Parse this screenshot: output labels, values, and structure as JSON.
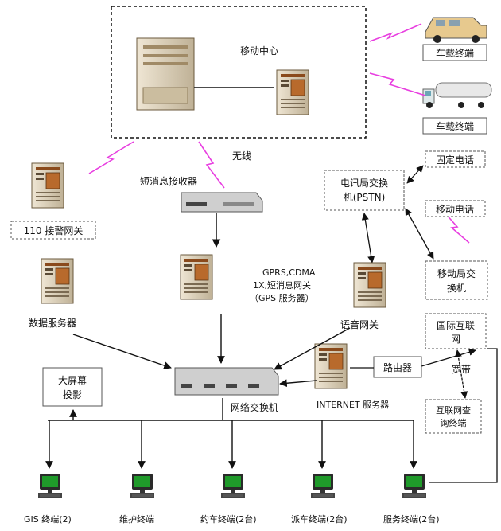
{
  "diagram": {
    "center_label": "移动中心",
    "wireless_label": "无线",
    "vehicle_terminal_1": "车载终端",
    "vehicle_terminal_2": "车载终端",
    "fixed_phone": "固定电话",
    "telecom_exchange_line1": "电讯局交换",
    "telecom_exchange_line2": "机(PSTN)",
    "mobile_phone": "移动电话",
    "mobile_exchange_line1": "移动局交",
    "mobile_exchange_line2": "换机",
    "internet_line1": "国际互联",
    "internet_line2": "网",
    "broadband": "宽带",
    "internet_query_line1": "互联网查",
    "internet_query_line2": "询终端",
    "sms_receiver": "短消息接收器",
    "police_gateway": "110 接警网关",
    "data_server": "数据服务器",
    "gateway_line1": "GPRS,CDMA",
    "gateway_line2": "1X,短消息网关",
    "gateway_line3": "（GPS 服务器）",
    "voice_gateway": "语音网关",
    "router": "路由器",
    "internet_server": "INTERNET 服务器",
    "big_screen_line1": "大屏幕",
    "big_screen_line2": "投影",
    "network_switch": "网络交换机",
    "terminals": [
      "GIS 终端(2)",
      "维护终端",
      "约车终端(2台)",
      "派车终端(2台)",
      "服务终端(2台)"
    ]
  },
  "colors": {
    "lightning": "#e83ee0",
    "server_body": "#d9cdb6",
    "server_accent": "#8a4a1c",
    "monitor_screen": "#1f9a2a"
  }
}
